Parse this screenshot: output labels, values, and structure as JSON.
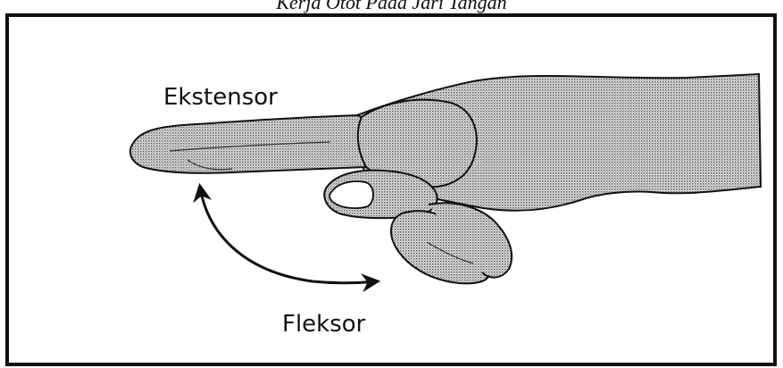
{
  "caption": "Kerja Otot Pada Jari Tangan",
  "labels": {
    "extensor": "Ekstensor",
    "flexor": "Fleksor"
  },
  "colors": {
    "border": "#111111",
    "shading": "#9a9a9a",
    "arrow": "#111111"
  },
  "icons": {
    "hand": "hand-pointing-illustration",
    "arrow": "double-headed-curved-arrow"
  }
}
